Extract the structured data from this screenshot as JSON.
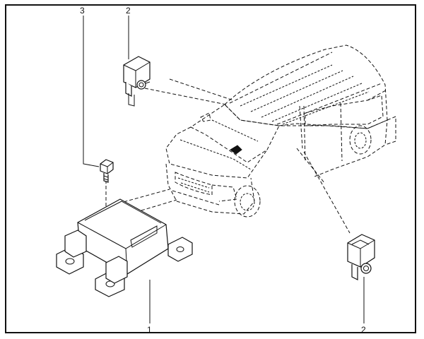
{
  "callouts": {
    "airbag_ecu": "1",
    "side_sensor_top": "2",
    "side_sensor_bottom": "2",
    "bolt": "3"
  },
  "colors": {
    "line": "#111111",
    "background": "#ffffff"
  }
}
